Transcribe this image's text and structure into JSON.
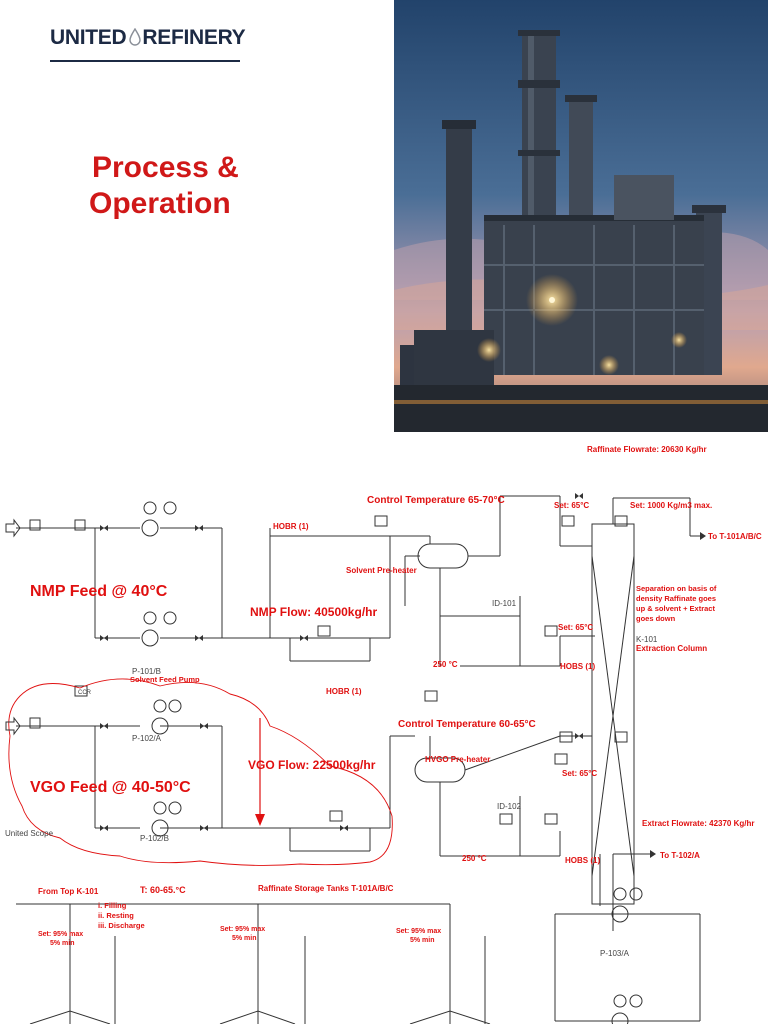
{
  "header": {
    "brand_left": "UNITED",
    "brand_right": "REFINERY",
    "title_line1": "Process &",
    "title_line2": "Operation"
  },
  "pid": {
    "raffinate_flowrate": "Raffinate Flowrate: 20630 Kg/hr",
    "control_temp_1": "Control Temperature 65-70°C",
    "set_65_top": "Set: 65°C",
    "set_density": "Set: 1000 Kg/m3 max.",
    "to_t101": "To T-101A/B/C",
    "hobr_1": "HOBR (1)",
    "solvent_preheater": "Solvent Pre-heater",
    "nmp_feed": "NMP Feed @ 40°C",
    "nmp_flow": "NMP Flow: 40500kg/hr",
    "separation_note": [
      "Separation on basis of",
      "density Raffinate goes",
      "up & solvent + Extract",
      "goes down"
    ],
    "set_65_mid": "Set: 65°C",
    "k101": "K-101",
    "extraction_column": "Extraction Column",
    "temp_250_1": "250 °C",
    "hobs_1": "HOBS (1)",
    "p101b": "P-101/B",
    "solvent_feed_pump": "Solvent Feed Pump",
    "hobr_2": "HOBR (1)",
    "id101": "ID-101",
    "ccr": "CCR",
    "control_temp_2": "Control Temperature 60-65°C",
    "p102a": "P-102/A",
    "hvgo_preheater": "HVGO Pre-heater",
    "vgo_flow": "VGO Flow: 22500kg/hr",
    "vgo_feed": "VGO Feed @ 40-50°C",
    "set_65_low": "Set: 65°C",
    "id102": "ID-102",
    "united_scope": "United Scope",
    "p102b": "P-102/B",
    "extract_flowrate": "Extract Flowrate: 42370 Kg/hr",
    "temp_250_2": "250 °C",
    "hobs_2": "HOBS (1)",
    "to_t102": "To T-102/A",
    "from_top": "From Top K-101",
    "t_range": "T: 60-65.°C",
    "storage_tanks": "Raffinate Storage Tanks  T-101A/B/C",
    "steps": [
      "i. Filling",
      "ii.  Resting",
      "iii. Discharge"
    ],
    "set95_a": [
      "Set: 95% max",
      "5% min"
    ],
    "set95_b": [
      "Set: 95% max",
      "5% min"
    ],
    "set95_c": [
      "Set: 95% max",
      "5% min"
    ],
    "p103a": "P-103/A",
    "red_color": "#e01010",
    "navy_color": "#1c2a44"
  }
}
